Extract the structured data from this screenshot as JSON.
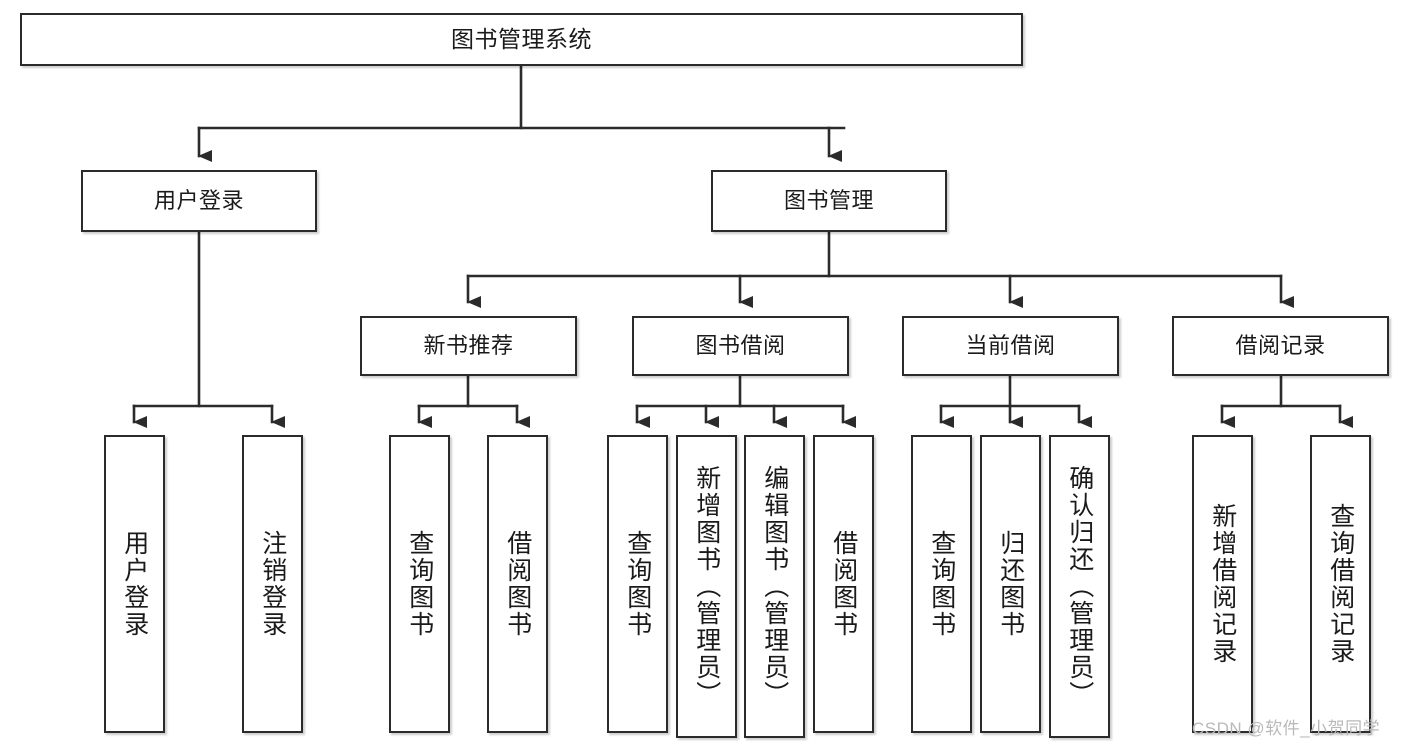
{
  "diagram": {
    "title": "图书管理系统",
    "type": "tree",
    "colors": {
      "box_border": "#2b2b2b",
      "box_fill": "#ffffff",
      "connector": "#2b2b2b",
      "watermark": "#b9b9b9",
      "background": "#ffffff"
    },
    "root": {
      "label": "图书管理系统"
    },
    "level2": [
      {
        "id": "user-login",
        "label": "用户登录"
      },
      {
        "id": "book-management",
        "label": "图书管理"
      }
    ],
    "level3": [
      {
        "id": "new-book-recommend",
        "label": "新书推荐"
      },
      {
        "id": "book-borrow",
        "label": "图书借阅"
      },
      {
        "id": "current-borrow",
        "label": "当前借阅"
      },
      {
        "id": "borrow-record",
        "label": "借阅记录"
      }
    ],
    "leaves": [
      {
        "id": "leaf-user-login",
        "label": "用户登录",
        "parent": "user-login"
      },
      {
        "id": "leaf-user-logout",
        "label": "注销登录",
        "parent": "user-login"
      },
      {
        "id": "leaf-query-book-1",
        "label": "查询图书",
        "parent": "new-book-recommend"
      },
      {
        "id": "leaf-borrow-book-1",
        "label": "借阅图书",
        "parent": "new-book-recommend"
      },
      {
        "id": "leaf-query-book-2",
        "label": "查询图书",
        "parent": "book-borrow"
      },
      {
        "id": "leaf-add-book-admin",
        "label": "新增图书（管理员）",
        "parent": "book-borrow"
      },
      {
        "id": "leaf-edit-book-admin",
        "label": "编辑图书（管理员）",
        "parent": "book-borrow"
      },
      {
        "id": "leaf-borrow-book-2",
        "label": "借阅图书",
        "parent": "book-borrow"
      },
      {
        "id": "leaf-query-book-3",
        "label": "查询图书",
        "parent": "current-borrow"
      },
      {
        "id": "leaf-return-book",
        "label": "归还图书",
        "parent": "current-borrow"
      },
      {
        "id": "leaf-confirm-return-admin",
        "label": "确认归还（管理员）",
        "parent": "current-borrow"
      },
      {
        "id": "leaf-add-borrow-record",
        "label": "新增借阅记录",
        "parent": "borrow-record"
      },
      {
        "id": "leaf-query-borrow-record",
        "label": "查询借阅记录",
        "parent": "borrow-record"
      }
    ]
  },
  "watermark": {
    "text": "CSDN @软件_小贺同学"
  }
}
